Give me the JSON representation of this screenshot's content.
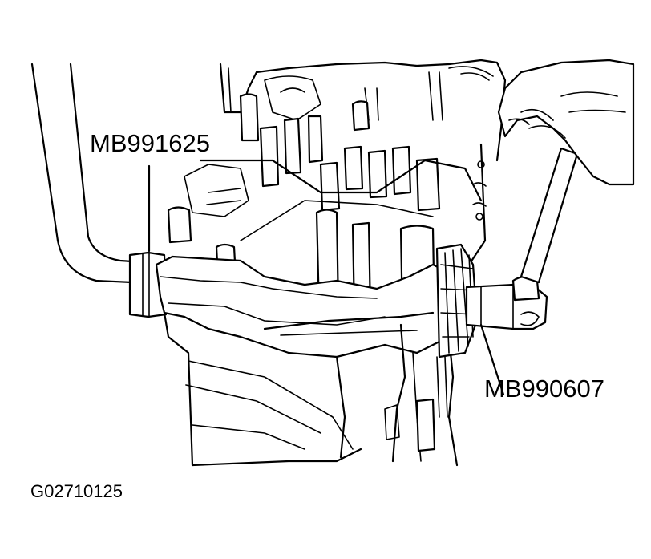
{
  "callouts": {
    "tool_left": "MB991625",
    "tool_right": "MB990607"
  },
  "figure_id": "G02710125",
  "colors": {
    "line": "#000000",
    "background": "#ffffff"
  }
}
